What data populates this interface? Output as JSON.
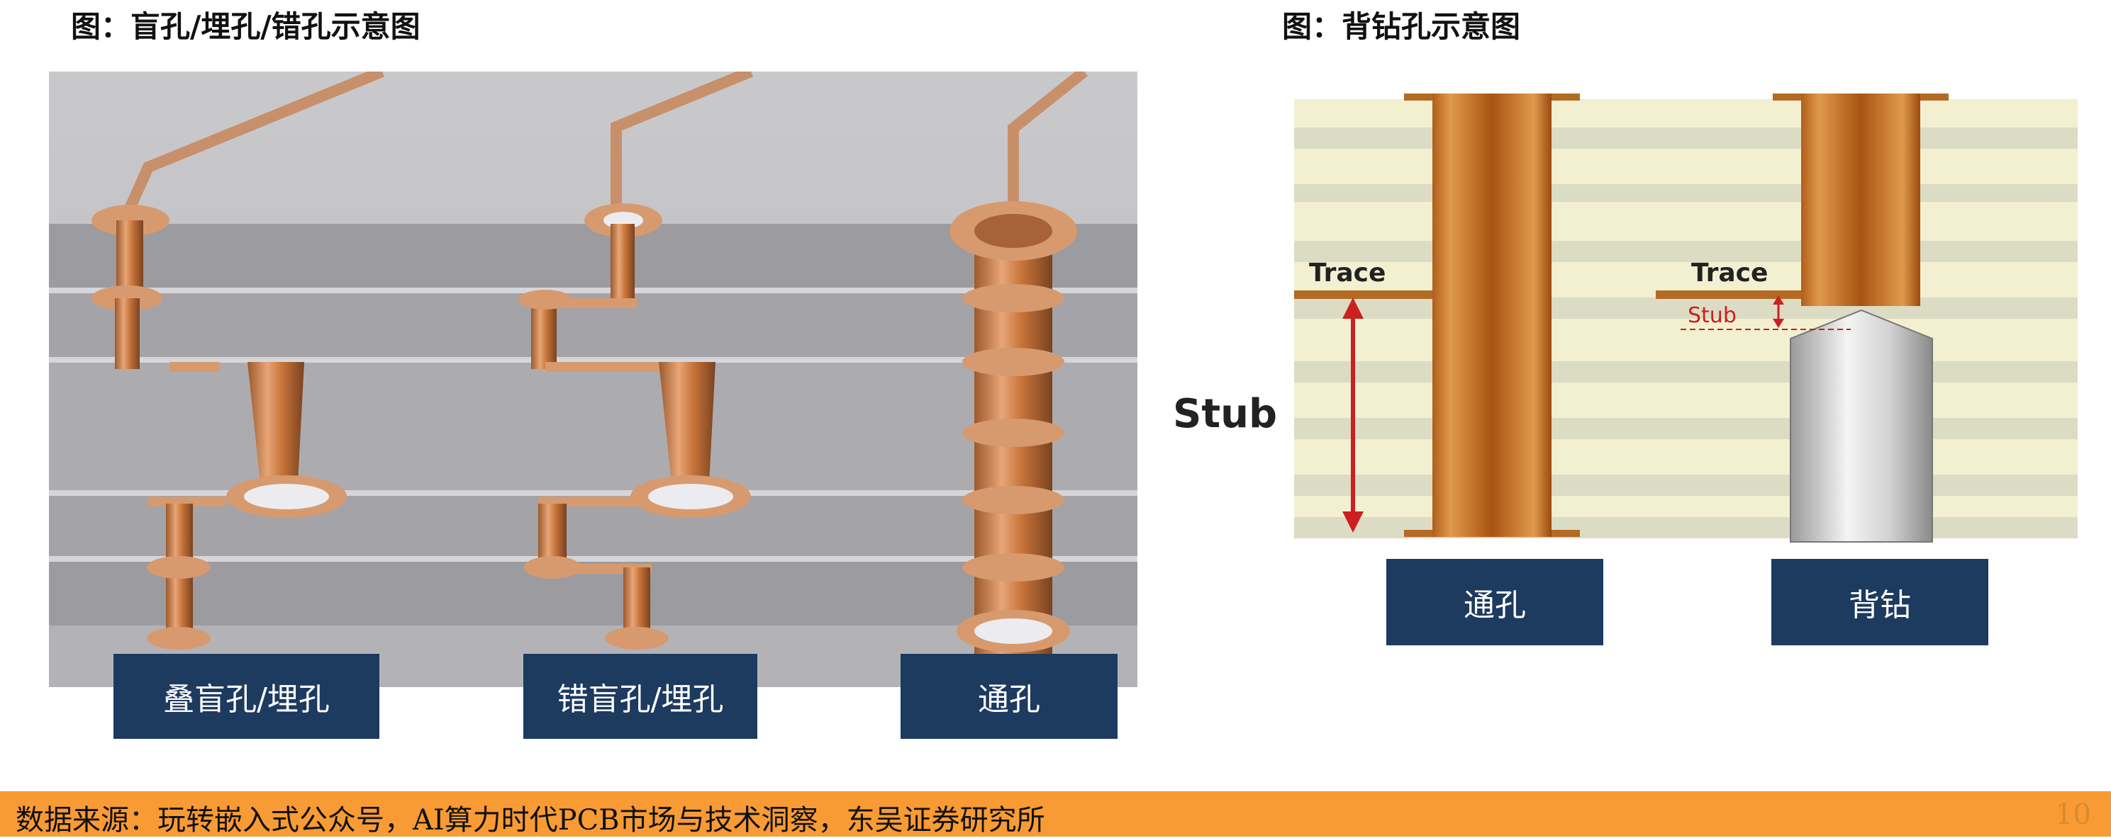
{
  "figures": {
    "left": {
      "title": "图：盲孔/埋孔/错孔示意图",
      "labels": {
        "stacked": "叠盲孔/埋孔",
        "staggered": "错盲孔/埋孔",
        "through": "通孔"
      }
    },
    "right": {
      "title": "图：背钻孔示意图",
      "annotations": {
        "trace_left": "Trace",
        "trace_right": "Trace",
        "stub_large": "Stub",
        "stub_small": "Stub"
      },
      "labels": {
        "through": "通孔",
        "backdrill": "背钻"
      }
    }
  },
  "footer": {
    "source": "数据来源：玩转嵌入式公众号，AI算力时代PCB市场与技术洞察，东吴证券研究所",
    "page_number": "10"
  },
  "colors": {
    "label_bg": "#1d3a5f",
    "footer_bg": "#f89b34",
    "copper": "#c8753a",
    "board_layer_light": "#f2f0d0",
    "board_layer_dark": "#dcdcc4",
    "arrow_red": "#cc1f1f"
  }
}
